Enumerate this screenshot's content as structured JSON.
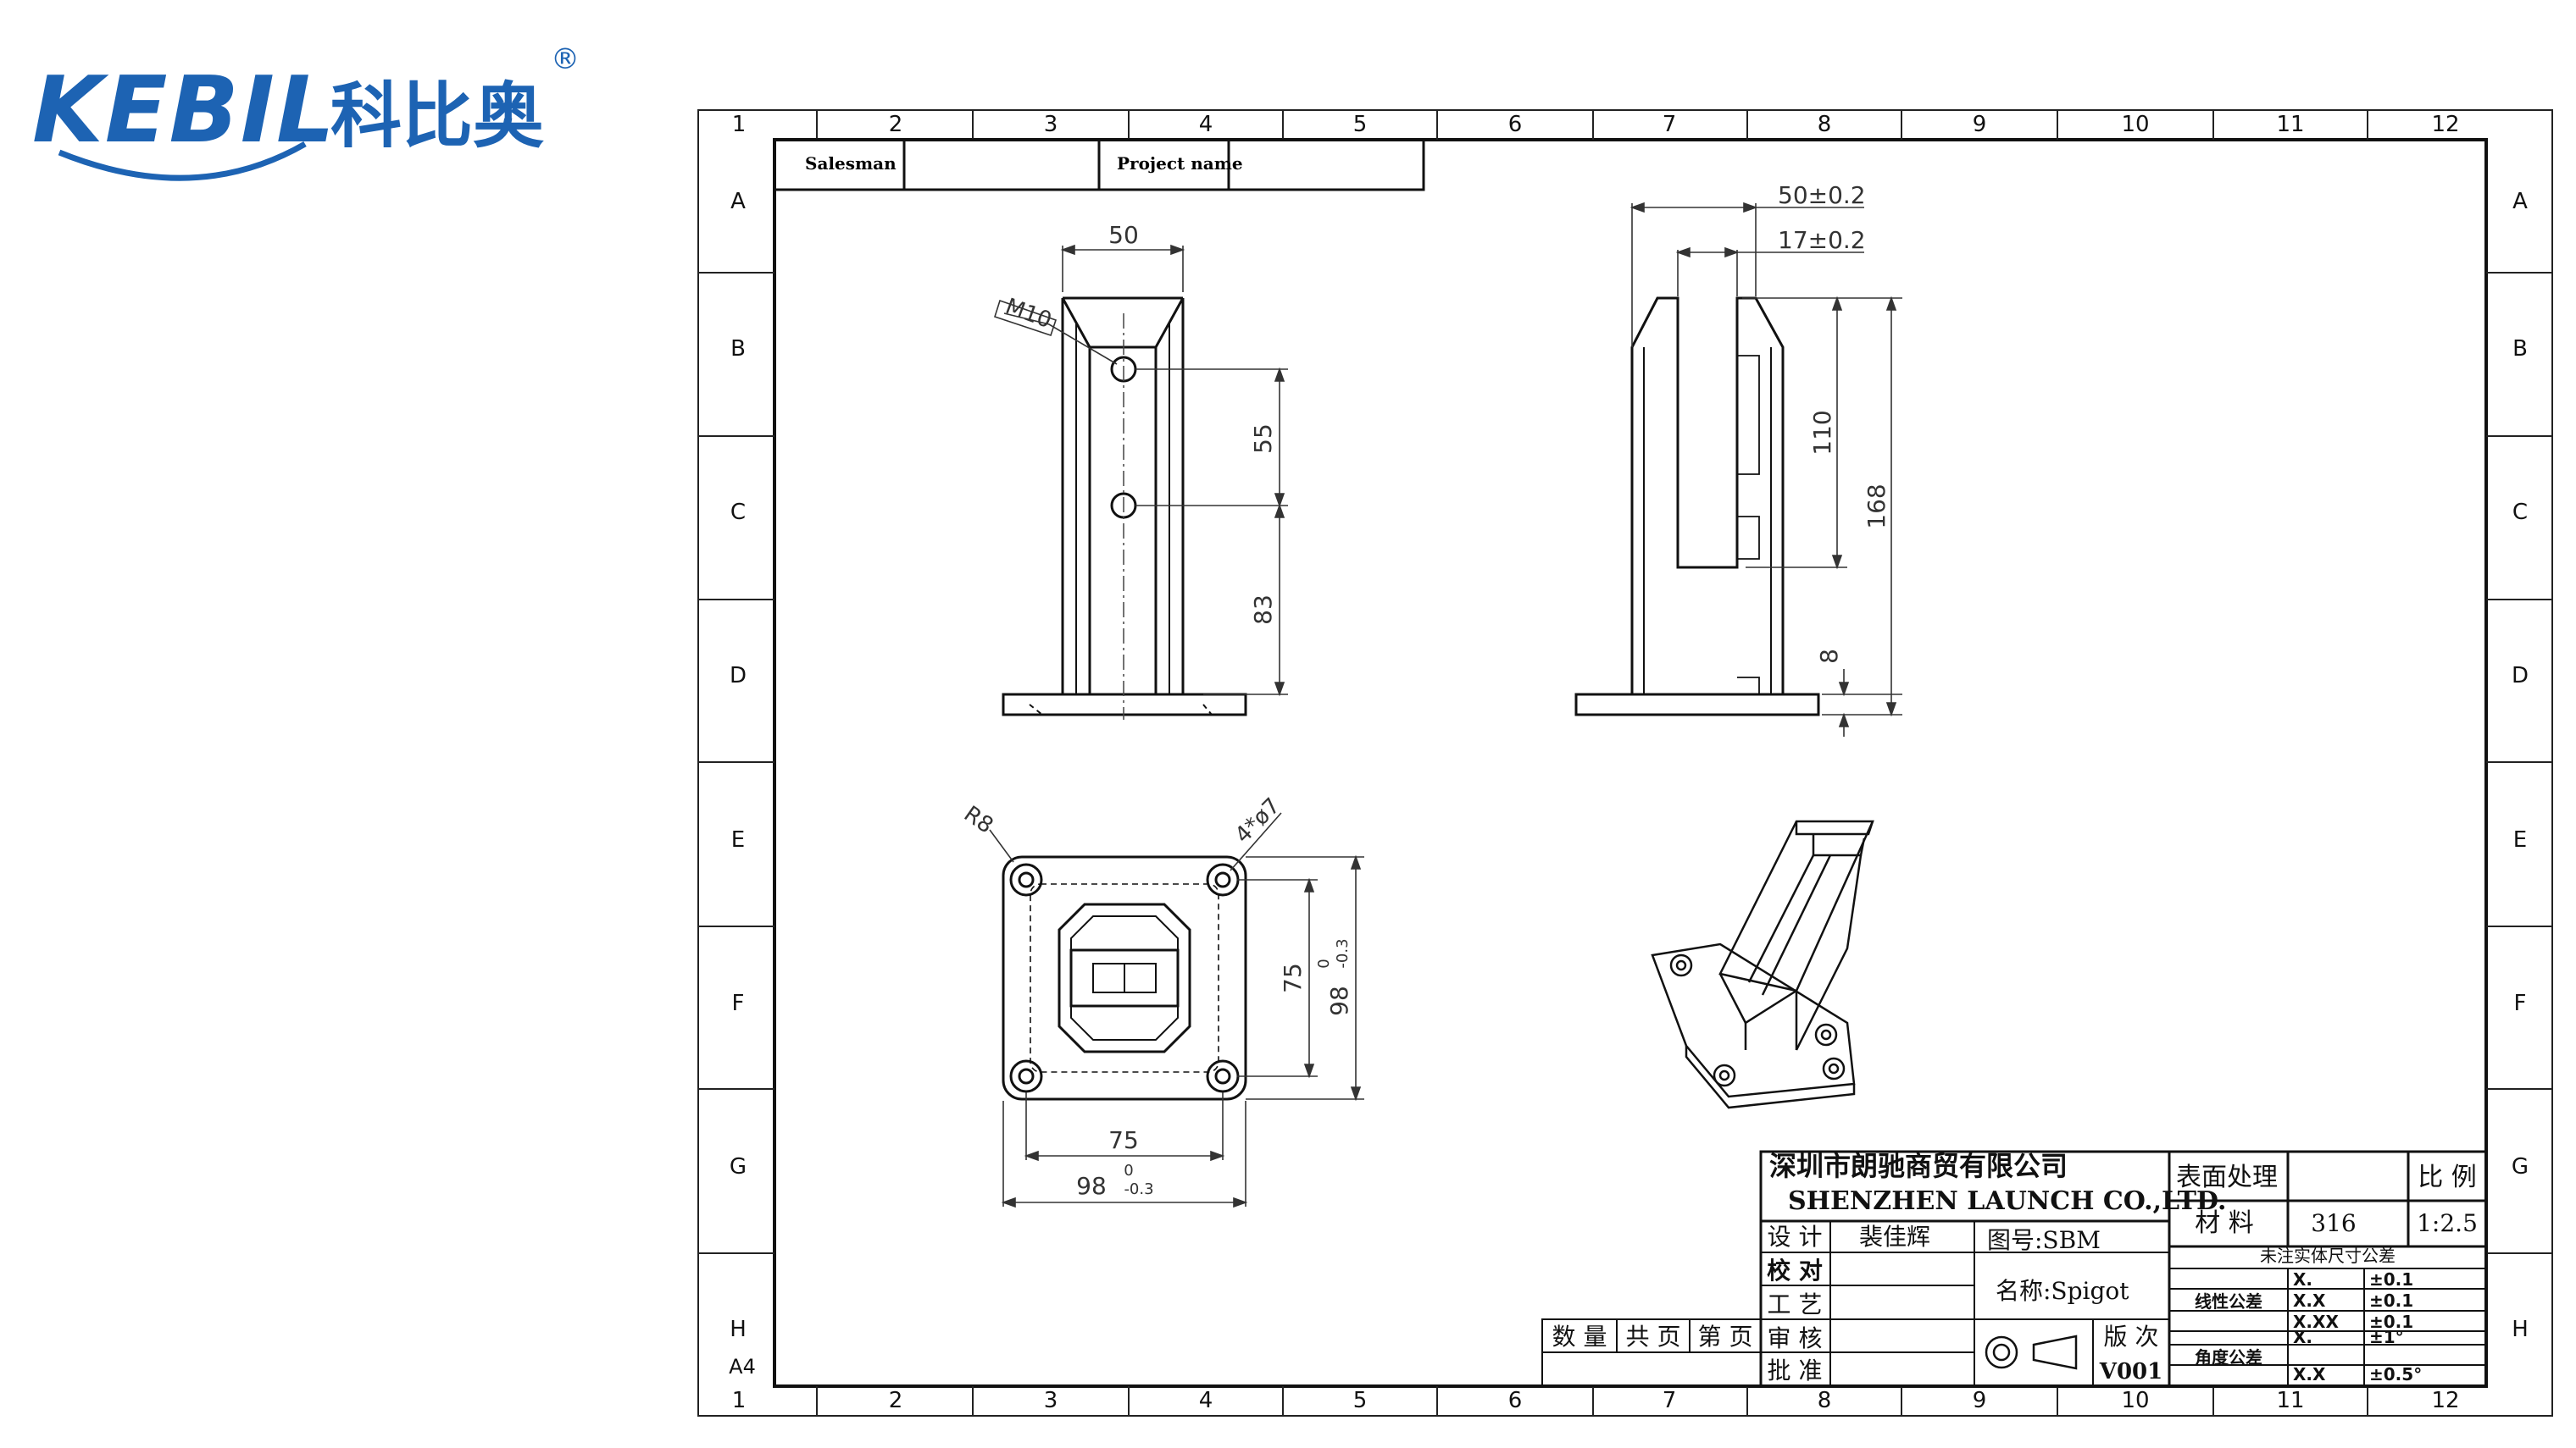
{
  "logo": {
    "brand": "KEBIL",
    "cn": "科比奥",
    "reg": "®"
  },
  "frame": {
    "cols": [
      "1",
      "2",
      "3",
      "4",
      "5",
      "6",
      "7",
      "8",
      "9",
      "10",
      "11",
      "12"
    ],
    "rows": [
      "A",
      "B",
      "C",
      "D",
      "E",
      "F",
      "G",
      "H"
    ],
    "size": "A4"
  },
  "header": {
    "salesman": "Salesman",
    "project": "Project name"
  },
  "dims": {
    "front_width": "50",
    "m10": "M10",
    "d55": "55",
    "d83": "83",
    "side_50": "50±0.2",
    "side_17": "17±0.2",
    "side_110": "110",
    "side_168": "168",
    "side_8": "8",
    "r8": "R8",
    "holes": "4*ø7",
    "v75": "75",
    "v98": "98",
    "v98_tol_up": "0",
    "v98_tol_dn": "-0.3",
    "h75": "75",
    "h98": "98",
    "h98_tol_up": "0",
    "h98_tol_dn": "-0.3"
  },
  "title_block": {
    "company_cn": "深圳市朗驰商贸有限公司",
    "company_en": "SHENZHEN LAUNCH CO.,LTD.",
    "surface": "表面处理",
    "scale_label": "比 例",
    "material_label": "材 料",
    "material": "316",
    "scale": "1:2.5",
    "design": "设 计",
    "designer": "裴佳辉",
    "check": "校 对",
    "process": "工 艺",
    "review": "审 核",
    "approve": "批 准",
    "drawing_no": "图号:SBM",
    "name": "名称:Spigot",
    "revision_label": "版 次",
    "revision": "V001",
    "qty": "数 量",
    "pages_total": "共 页",
    "page_no": "第 页",
    "tolerance_title": "未注实体尺寸公差",
    "linear_label": "线性公差",
    "angular_label": "角度公差",
    "lin_rows": [
      [
        "X.",
        "±0.1"
      ],
      [
        "X.X",
        "±0.1"
      ],
      [
        "X.XX",
        "±0.1"
      ]
    ],
    "ang_rows": [
      [
        "X.",
        "±1°"
      ],
      [
        "X.X",
        "±0.5°"
      ]
    ]
  }
}
